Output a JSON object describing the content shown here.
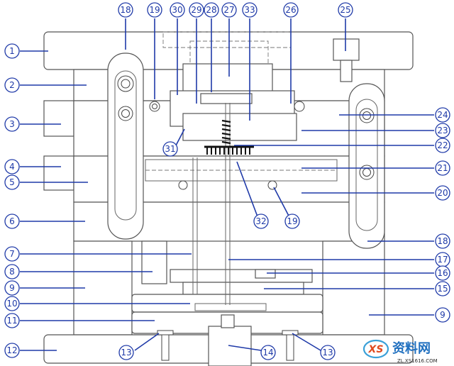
{
  "callouts": {
    "c1": "1",
    "c2": "2",
    "c3": "3",
    "c4": "4",
    "c5": "5",
    "c6": "6",
    "c7": "7",
    "c8": "8",
    "c9_left": "9",
    "c10": "10",
    "c11": "11",
    "c12": "12",
    "c13_left": "13",
    "c13_right": "13",
    "c14": "14",
    "c15": "15",
    "c16": "16",
    "c17": "17",
    "c18_top": "18",
    "c18_right": "18",
    "c19_top": "19",
    "c19_mid": "19",
    "c20": "20",
    "c21": "21",
    "c22": "22",
    "c23": "23",
    "c24": "24",
    "c25": "25",
    "c26": "26",
    "c27": "27",
    "c28": "28",
    "c29": "29",
    "c30": "30",
    "c31": "31",
    "c32": "32",
    "c33": "33",
    "c9_right": "9"
  },
  "watermark": {
    "title": "资料网",
    "url": "ZL.XS1616.COM"
  },
  "colors": {
    "callout": "#1f3aa8",
    "outline": "#555555",
    "ejector_pins": "#111111"
  }
}
